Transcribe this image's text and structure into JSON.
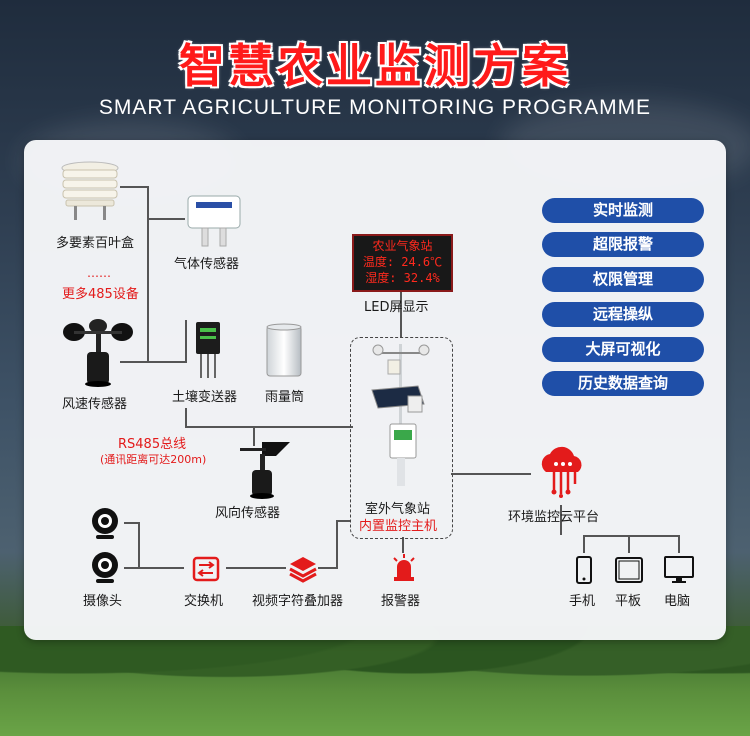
{
  "header": {
    "title": "智慧农业监测方案",
    "subtitle": "SMART AGRICULTURE MONITORING PROGRAMME"
  },
  "sensors": {
    "louver_box": "多要素百叶盒",
    "gas_sensor": "气体传感器",
    "more_devices_dots": "……",
    "more_devices": "更多485设备",
    "wind_speed": "风速传感器",
    "soil_transmitter": "土壤变送器",
    "rain_gauge": "雨量筒",
    "wind_direction": "风向传感器",
    "rs485_bus": "RS485总线",
    "rs485_distance": "(通讯距离可达200m)"
  },
  "led_display": {
    "line1": "农业气象站",
    "line2": "温度: 24.6℃",
    "line3": "湿度: 32.4%",
    "label": "LED屏显示"
  },
  "weather_station": {
    "label": "室外气象站",
    "sublabel": "内置监控主机"
  },
  "bottom": {
    "camera": "摄像头",
    "switch": "交换机",
    "video_overlay": "视频字符叠加器",
    "alarm": "报警器"
  },
  "cloud": {
    "label": "环境监控云平台",
    "devices": [
      "手机",
      "平板",
      "电脑"
    ]
  },
  "features": [
    "实时监测",
    "超限报警",
    "权限管理",
    "远程操纵",
    "大屏可视化",
    "历史数据查询"
  ],
  "colors": {
    "accent_red": "#e31b1b",
    "feature_blue": "#1f4fa8",
    "title_red": "#ff1a1a"
  }
}
